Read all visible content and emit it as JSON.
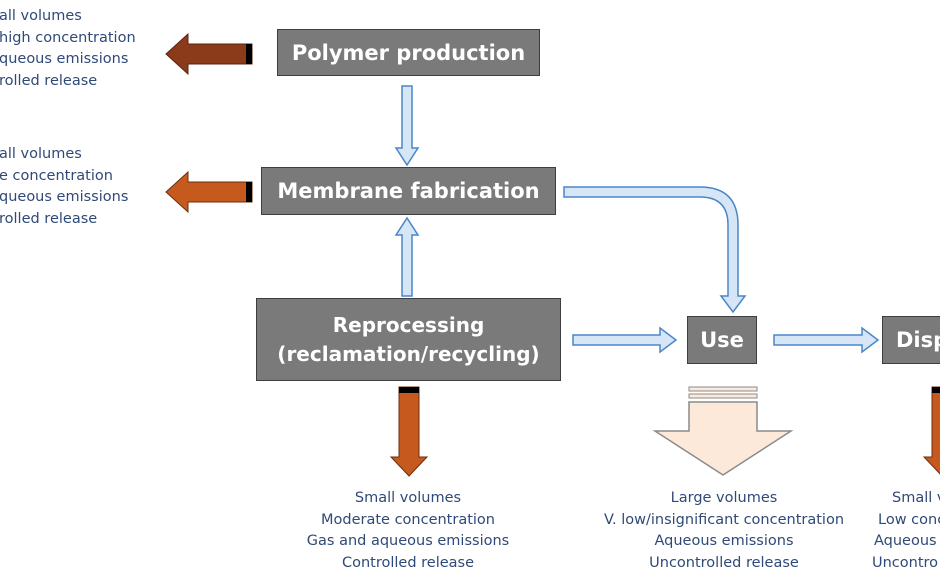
{
  "colors": {
    "box_fill": "#7a7a7a",
    "box_border": "#3e3e3e",
    "flow_arrow_fill": "#d6e6f7",
    "flow_arrow_stroke": "#4a86c8",
    "release_arrow_dark": "#8b3a1a",
    "release_arrow_orange": "#c65a1e",
    "release_arrow_light": "#fde9d9",
    "note_text": "#2f4a78"
  },
  "boxes": {
    "polymer": "Polymer production",
    "membrane": "Membrane fabrication",
    "reprocessing_line1": "Reprocessing",
    "reprocessing_line2": "(reclamation/recycling)",
    "use": "Use",
    "disposal": "Disp"
  },
  "notes": {
    "polymer": [
      "all volumes",
      "high concentration",
      "queous emissions",
      "rolled release"
    ],
    "membrane": [
      "all volumes",
      "e concentration",
      "queous emissions",
      "rolled release"
    ],
    "reprocessing": [
      "Small volumes",
      "Moderate concentration",
      "Gas and aqueous emissions",
      "Controlled release"
    ],
    "use": [
      "Large volumes",
      "V. low/insignificant concentration",
      "Aqueous emissions",
      "Uncontrolled release"
    ],
    "disposal": [
      "Small v",
      "Low conc",
      "Aqueous",
      "Uncontro"
    ]
  },
  "arrows": {
    "polymer_release": "dark-brown-left-arrow",
    "membrane_release": "orange-left-arrow",
    "reprocessing_release": "orange-down-arrow",
    "use_release": "large-light-down-arrow",
    "disposal_release": "orange-down-arrow"
  }
}
